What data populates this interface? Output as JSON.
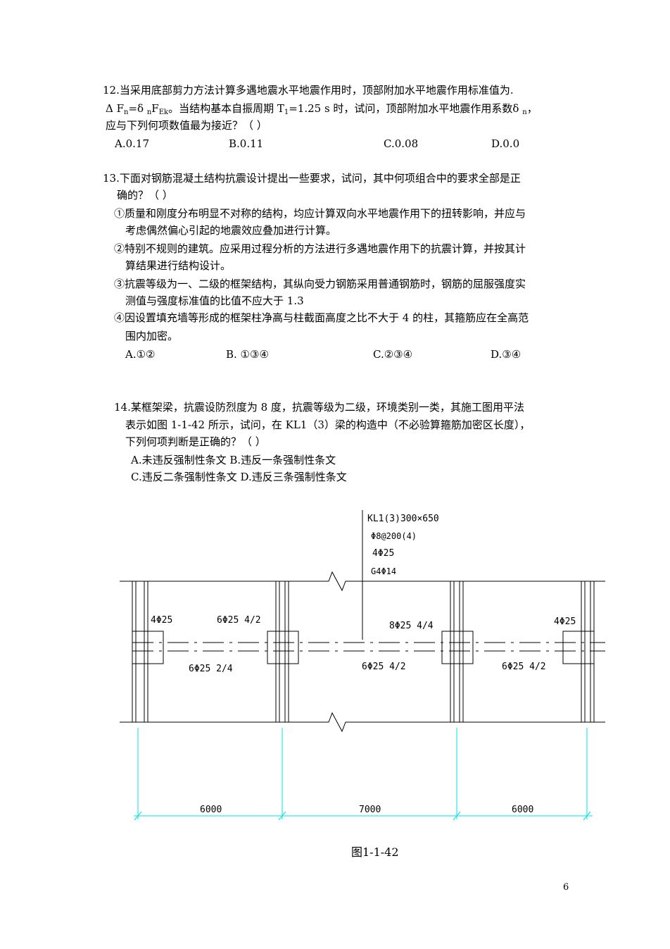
{
  "q12": {
    "line1": "12.当采用底部剪力方法计算多遇地震水平地震作用时，顶部附加水平地震作用标准值为.",
    "line2_a": "Δ F",
    "line2_sub1": "n",
    "line2_b": "=δ ",
    "line2_sub2": "n",
    "line2_c": "F",
    "line2_sub3": "Ek",
    "line2_d": "。当结构基本自振周期 T",
    "line2_sub4": "1",
    "line2_e": "=1.25 s 时，试问，顶部附加水平地震作用系数δ ",
    "line2_sub5": "n",
    "line2_f": "，",
    "line3": "应与下列何项数值最为接近？（    ）",
    "options": [
      "A.0.17",
      "B.0.11",
      "C.0.08",
      "D.0.0"
    ]
  },
  "q13": {
    "line1": "13.下面对钢筋混凝土结构抗震设计提出一些要求，试问，其中何项组合中的要求全部是正",
    "line2": "确的？（    ）",
    "item1_a": "①质量和刚度分布明显不对称的结构，均应计算双向水平地震作用下的扭转影响，并应与",
    "item1_b": "考虑偶然偏心引起的地震效应叠加进行计算。",
    "item2_a": "②特别不规则的建筑。应采用过程分析的方法进行多遇地震作用下的抗震计算，并按其计",
    "item2_b": "算结果进行结构设计。",
    "item3_a": "③抗震等级为一、二级的框架结构，其纵向受力钢筋采用普通钢筋时，钢筋的屈服强度实",
    "item3_b": "测值与强度标准值的比值不应大于 1.3",
    "item4_a": "④因设置填充墙等形成的框架柱净高与柱截面高度之比不大于 4 的柱，其箍筋应在全高范",
    "item4_b": "围内加密。",
    "options": [
      "A.①②",
      "B.  ①③④",
      "C.②③④",
      "D.③④"
    ]
  },
  "q14": {
    "line1": "14.某框架梁，抗震设防烈度为 8 度，抗震等级为二级，环境类别一类，其施工图用平法",
    "line2": "表示如图 1-1-42 所示，试问，在 KL1（3）梁的构造中（不必验算箍筋加密区长度），",
    "line3": "下列何项判断是正确的？（    ）",
    "options_row1": "A.未违反强制性条文    B.违反一条强制性条文",
    "options_row2": "C.违反二条强制性条文  D.违反三条强制性条文"
  },
  "figure": {
    "beam_label": "KL1(3)300×650",
    "stirrup": "Φ8@200(4)",
    "top_bars": "4Φ25",
    "side_bars": "G4Φ14",
    "support_1_top": "4Φ25",
    "support_2_top": "6Φ25 4/2",
    "support_3_top": "8Φ25 4/4",
    "support_4_top": "4Φ25",
    "span_1_bottom": "6Φ25 2/4",
    "span_2_bottom": "6Φ25 4/2",
    "span_3_bottom": "6Φ25 4/2",
    "dims": [
      "6000",
      "7000",
      "6000"
    ],
    "caption": "图1-1-42",
    "dim_color": "#00e5e5"
  },
  "page_number": "6"
}
